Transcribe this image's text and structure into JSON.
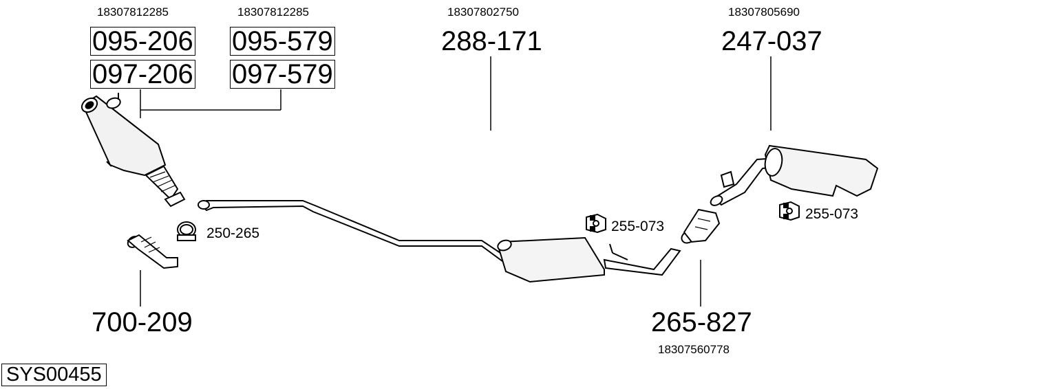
{
  "diagram": {
    "system_code": "SYS00455",
    "groups": [
      {
        "oem": "18307812285",
        "parts": [
          "095-206",
          "097-206"
        ]
      },
      {
        "oem": "18307812285",
        "parts": [
          "095-579",
          "097-579"
        ]
      }
    ],
    "items": [
      {
        "id": "front_pipe",
        "oem": "",
        "part": "700-209"
      },
      {
        "id": "middle_muffler",
        "oem": "18307802750",
        "part": "288-171"
      },
      {
        "id": "rear_muffler",
        "oem": "18307805690",
        "part": "247-037"
      },
      {
        "id": "connector_pipe",
        "oem": "18307560778",
        "part": "265-827"
      }
    ],
    "accessories": [
      {
        "id": "clamp",
        "part": "250-265"
      },
      {
        "id": "mount_1",
        "part": "255-073"
      },
      {
        "id": "mount_2",
        "part": "255-073"
      }
    ]
  }
}
